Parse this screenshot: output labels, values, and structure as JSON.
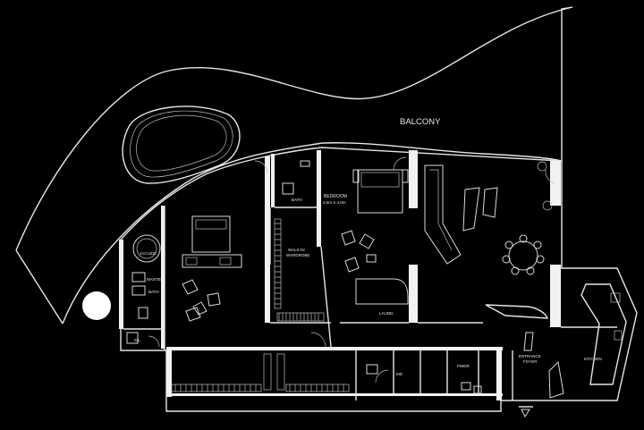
{
  "labels": {
    "balcony": "BALCONY",
    "bath_upper": "BATH",
    "bedroom": "BEDROOM",
    "bedroom_size": "4,5m X 4,0m",
    "walkin_line1": "WALK-IN",
    "walkin_line2": "WARDROBE",
    "jacuzzi": "JACUZZI",
    "master": "MASTER",
    "bath_master": "BATH",
    "laundry": "LAUND.",
    "sl": "S.L.",
    "md": "MD",
    "pwdr": "PWDR",
    "entrance_line1": "ENTRANCE",
    "entrance_line2": "FOYER",
    "kitchen": "KITCHEN"
  },
  "colors": {
    "background": "#000000",
    "lines": "#e6e6e6"
  }
}
